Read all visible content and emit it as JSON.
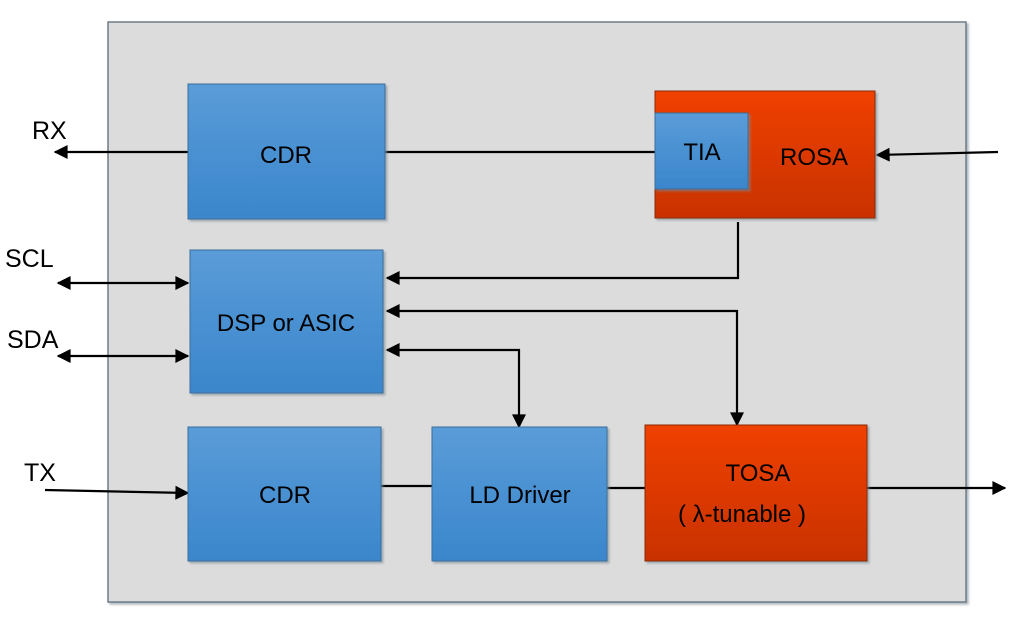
{
  "diagram": {
    "title": "Tunable optical transceiver block diagram",
    "colors": {
      "module_fill": "#dcdcdc",
      "module_border": "#8a9aa6",
      "electrical_block": "#4a90d4",
      "electrical_block_top": "#5a9cd8",
      "electrical_block_bottom": "#3a86cc",
      "optical_block_top": "#f04000",
      "optical_block_bottom": "#c83200",
      "wire": "#000000"
    },
    "external_ports": {
      "rx": "RX",
      "scl": "SCL",
      "sda": "SDA",
      "tx": "TX"
    },
    "blocks": {
      "rx_cdr": "CDR",
      "rosa": "ROSA",
      "tia": "TIA",
      "dsp": "DSP or ASIC",
      "tx_cdr": "CDR",
      "ld_driver": "LD Driver",
      "tosa_line1": "TOSA",
      "tosa_line2": "( λ-tunable )"
    },
    "connections": [
      {
        "from": "rx_cdr",
        "to": "RX",
        "type": "arrow"
      },
      {
        "from": "tia",
        "to": "rx_cdr",
        "type": "line"
      },
      {
        "from": "optical_input",
        "to": "rosa",
        "type": "arrow"
      },
      {
        "from": "SCL",
        "to": "dsp",
        "type": "bidirectional"
      },
      {
        "from": "SDA",
        "to": "dsp",
        "type": "bidirectional"
      },
      {
        "from": "rosa",
        "to": "dsp",
        "type": "arrow"
      },
      {
        "from": "dsp",
        "to": "tosa",
        "type": "bidirectional"
      },
      {
        "from": "dsp",
        "to": "ld_driver",
        "type": "bidirectional"
      },
      {
        "from": "TX",
        "to": "tx_cdr",
        "type": "arrow"
      },
      {
        "from": "tx_cdr",
        "to": "ld_driver",
        "type": "line"
      },
      {
        "from": "ld_driver",
        "to": "tosa",
        "type": "line"
      },
      {
        "from": "tosa",
        "to": "optical_output",
        "type": "arrow"
      }
    ]
  }
}
